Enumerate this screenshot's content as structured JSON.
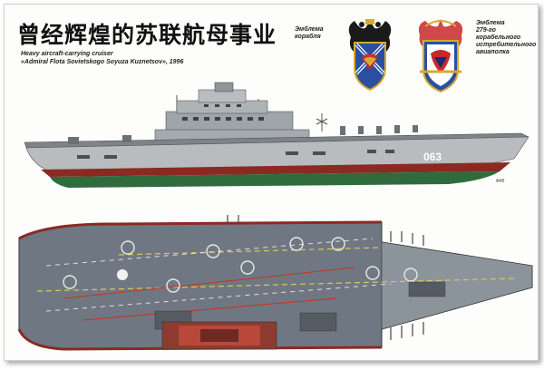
{
  "header": {
    "title": "曾经辉煌的苏联航母事业",
    "subtitle_line1": "Heavy aircraft-carrying cruiser",
    "subtitle_line2": "«Admiral Flota Sovietskogo Soyuza Kuznetsov», 1996"
  },
  "emblem_ship": {
    "line1": "Эмблема",
    "line2": "корабля"
  },
  "emblem_regiment": {
    "line1": "Эмблема",
    "line2": "279-го корабельного",
    "line3": "истребительного",
    "line4": "авиаполка"
  },
  "ship_side": {
    "hull_number": "063",
    "signature": "Ф45"
  },
  "colors": {
    "hull_gray": "#b8bcbe",
    "waterline_red": "#8a2a22",
    "lower_hull_green": "#2f6b3c",
    "deck_gray": "#6f7882",
    "emblem_blue": "#2a4fa0",
    "emblem_red": "#c8282a"
  }
}
